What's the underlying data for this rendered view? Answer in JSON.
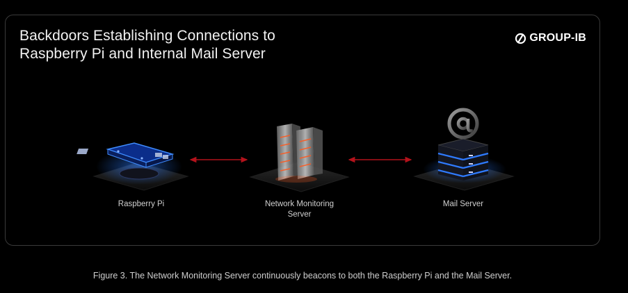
{
  "diagram": {
    "title_line1": "Backdoors Establishing Connections to",
    "title_line2": "Raspberry Pi and Internal Mail Server",
    "logo_text": "GROUP-IB",
    "nodes": [
      {
        "id": "raspberry-pi",
        "label": "Raspberry Pi",
        "icon": "raspberry-pi-board-icon"
      },
      {
        "id": "network-monitoring-server",
        "label_line1": "Network Monitoring",
        "label_line2": "Server",
        "icon": "server-towers-icon"
      },
      {
        "id": "mail-server",
        "label": "Mail Server",
        "icon": "mail-server-icon"
      }
    ],
    "edges": [
      {
        "from": "network-monitoring-server",
        "to": "raspberry-pi",
        "style": "bidirectional-arrow"
      },
      {
        "from": "network-monitoring-server",
        "to": "mail-server",
        "style": "bidirectional-arrow"
      }
    ],
    "colors": {
      "background": "#000000",
      "arrow": "#b3121b",
      "accent_blue": "#1f6bff",
      "accent_orange": "#ff5a1f"
    }
  },
  "caption": "Figure 3. The Network Monitoring Server continuously beacons to both the Raspberry Pi and the Mail Server."
}
